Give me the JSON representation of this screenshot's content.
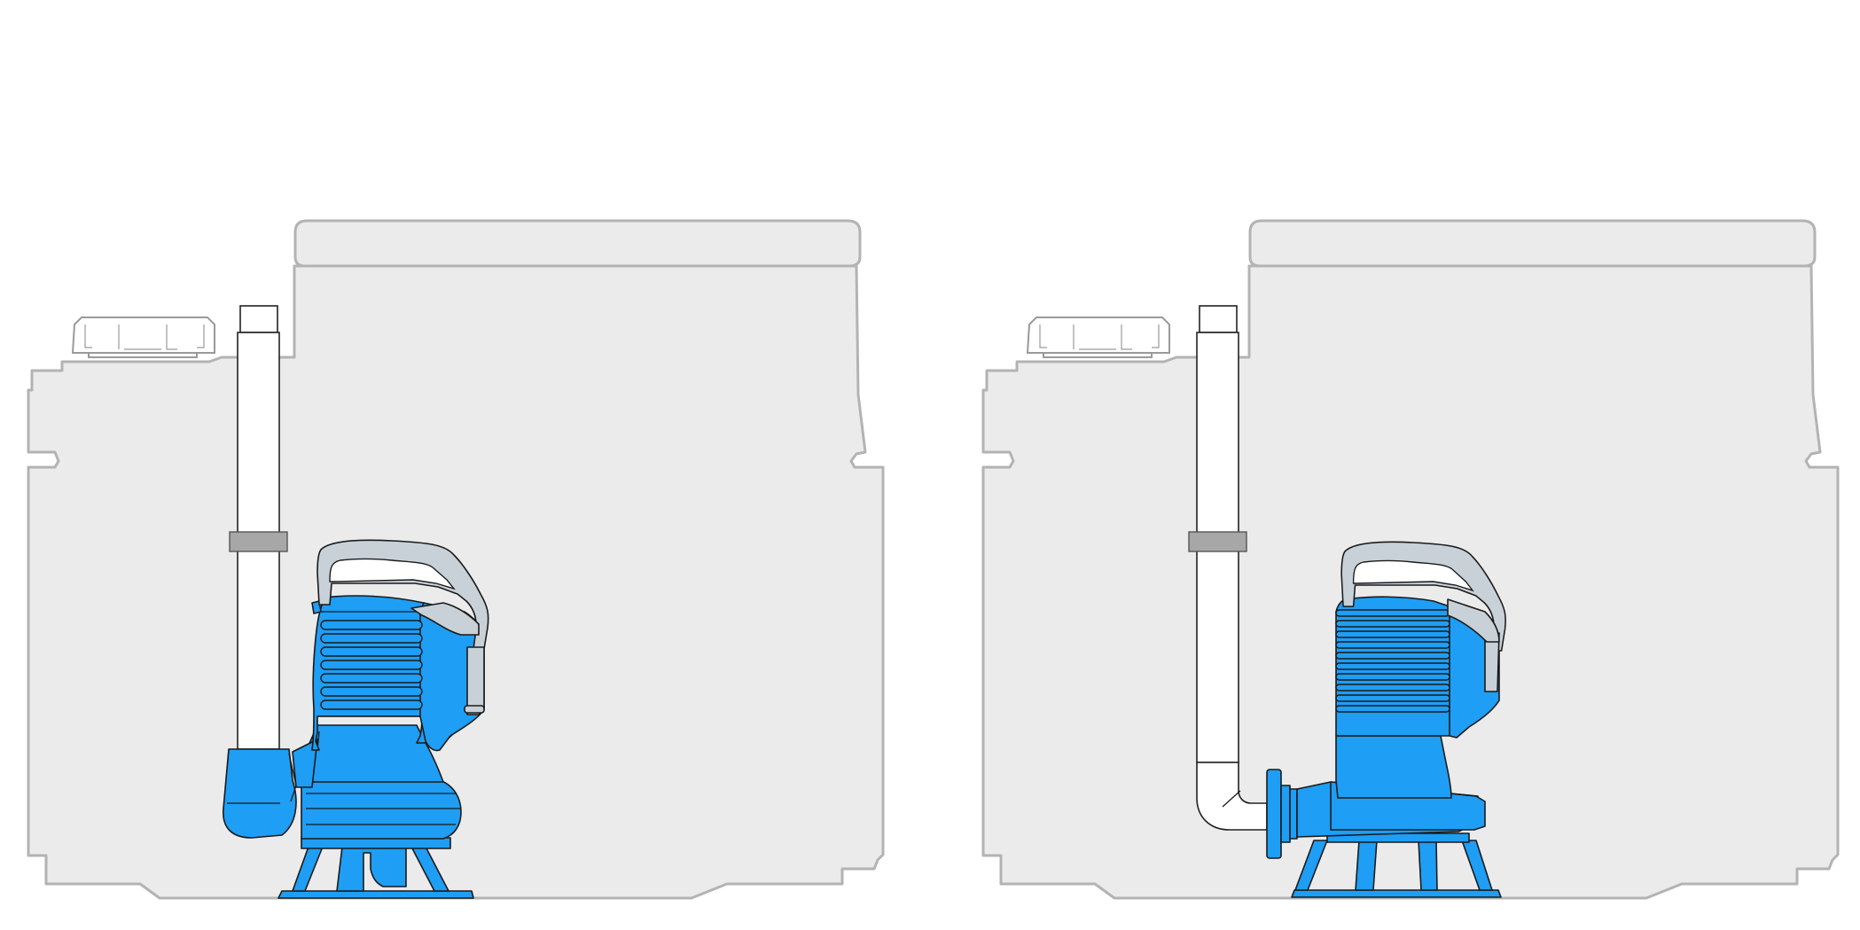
{
  "diagram": {
    "panels": [
      {
        "id": "left",
        "components": [
          "tank",
          "inlet-cap",
          "discharge-pipe",
          "pipe-clamp",
          "vertical-submersible-pump",
          "pump-handle",
          "pump-base"
        ],
        "colors": {
          "tank": "#ebebeb",
          "tank_outline": "#b3b3b3",
          "pump": "#1e9ef5",
          "handle": "#c8d0d8",
          "clamp": "#a7a7a7"
        }
      },
      {
        "id": "right",
        "components": [
          "tank",
          "inlet-cap",
          "discharge-pipe",
          "pipe-clamp",
          "elbow-connector",
          "horizontal-flange-pump",
          "pump-handle",
          "pump-base"
        ],
        "colors": {
          "tank": "#ebebeb",
          "tank_outline": "#b3b3b3",
          "pump": "#1e9ef5",
          "handle": "#c8d0d8",
          "clamp": "#a7a7a7"
        }
      }
    ]
  }
}
